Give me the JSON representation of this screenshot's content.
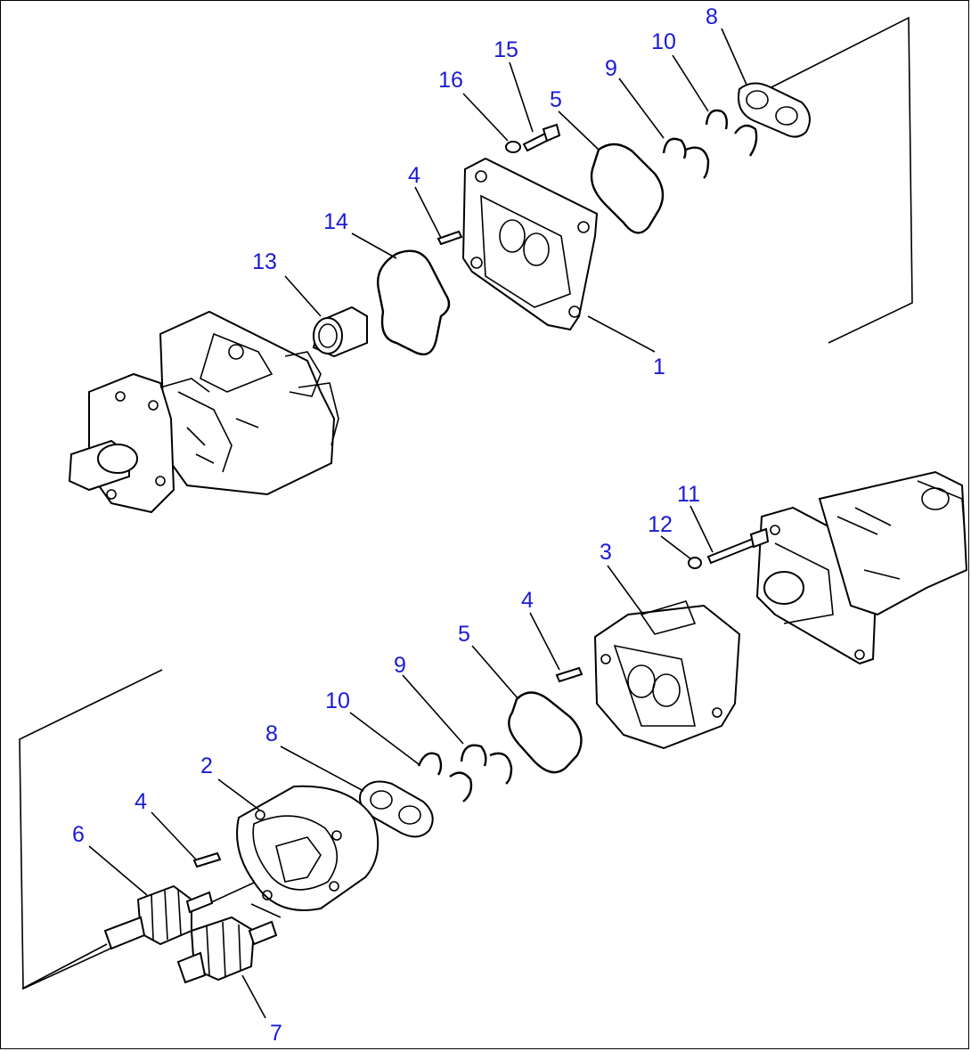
{
  "callouts": {
    "c1": "1",
    "c2": "2",
    "c3": "3",
    "c4a": "4",
    "c4b": "4",
    "c4c": "4",
    "c5a": "5",
    "c5b": "5",
    "c6": "6",
    "c7": "7",
    "c8a": "8",
    "c8b": "8",
    "c9a": "9",
    "c9b": "9",
    "c10a": "10",
    "c10b": "10",
    "c11": "11",
    "c12": "12",
    "c13": "13",
    "c14": "14",
    "c15": "15",
    "c16": "16"
  },
  "colors": {
    "callout": "#1a1ad6",
    "line": "#000000",
    "background": "#ffffff"
  }
}
